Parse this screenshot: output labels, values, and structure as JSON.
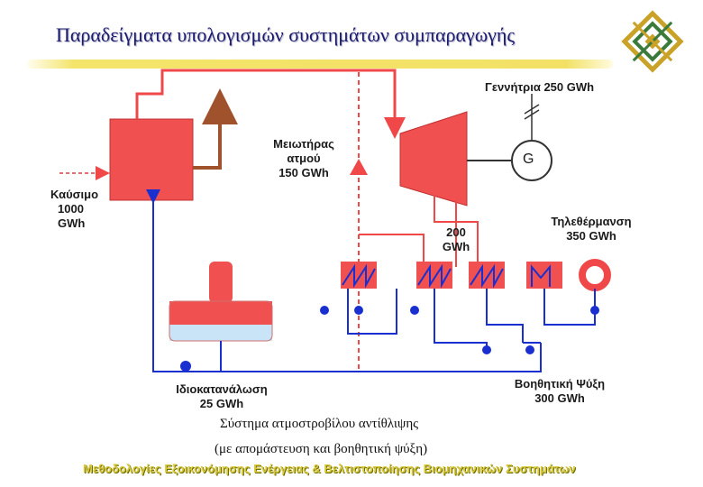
{
  "header": {
    "title": "Παραδείγματα υπολογισμών συστημάτων συμπαραγωγής"
  },
  "labels": {
    "generator": "Γεννήτρια 250 GWh",
    "generator_symbol": "G",
    "reducer_line1": "Μειωτήρας",
    "reducer_line2": "ατμού",
    "reducer_line3": "150 GWh",
    "fuel_line1": "Καύσιμο",
    "fuel_line2": "1000",
    "fuel_line3": "GWh",
    "extraction_line1": "200",
    "extraction_line2": "GWh",
    "district_heating_line1": "Τηλεθέρμανση",
    "district_heating_line2": "350 GWh",
    "self_consumption_line1": "Ιδιοκατανάλωση",
    "self_consumption_line2": "25 GWh",
    "aux_cooling_line1": "Βοηθητική Ψύξη",
    "aux_cooling_line2": "300 GWh"
  },
  "caption": {
    "line1": "Σύστημα ατμοστροβίλου αντίθλιψης",
    "line2": "(με απομάστευση και βοηθητική ψύξη)"
  },
  "footer": {
    "text": "Μεθοδολογίες Εξοικονόμησης Ενέργειας & Βελτιστοποίησης Βιομηχανικών Συστημάτων"
  },
  "colors": {
    "steam": "#f04848",
    "water": "#1a2fd0",
    "exhaust": "#a0522d",
    "equipment": "#f05050",
    "tank_water": "#c8e4f6"
  }
}
